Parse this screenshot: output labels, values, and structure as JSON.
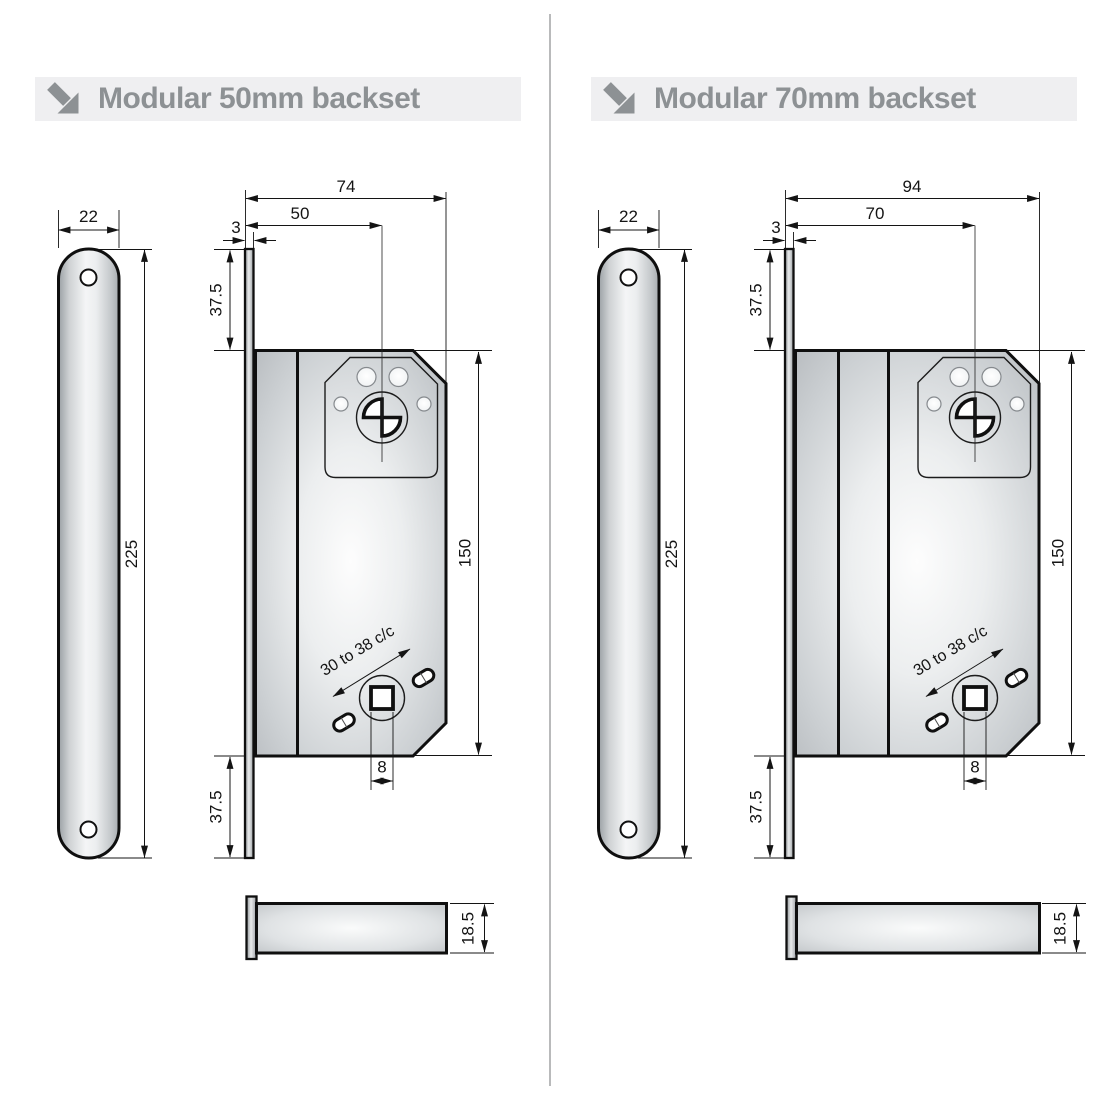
{
  "page": {
    "background": "#ffffff",
    "divider_color": "#b9babb",
    "title_bar_bg": "#efeff1",
    "title_text_color": "#8d9194",
    "line_color": "#141414",
    "metal_light": "#f7f8f8",
    "metal_dark": "#aeb2b6"
  },
  "diagrams": [
    {
      "title": "Modular 50mm backset",
      "icon": "arrow-down-right",
      "dims": {
        "faceplate_width": "22",
        "faceplate_length": "225",
        "faceplate_thickness": "3",
        "top_offset": "37.5",
        "bottom_offset": "37.5",
        "overall_depth": "74",
        "backset": "50",
        "case_height": "150",
        "spindle_square": "8",
        "handle_centres": "30 to 38 c/c",
        "case_thickness": "18.5"
      }
    },
    {
      "title": "Modular 70mm backset",
      "icon": "arrow-down-right",
      "dims": {
        "faceplate_width": "22",
        "faceplate_length": "225",
        "faceplate_thickness": "3",
        "top_offset": "37.5",
        "bottom_offset": "37.5",
        "overall_depth": "94",
        "backset": "70",
        "case_height": "150",
        "spindle_square": "8",
        "handle_centres": "30 to 38 c/c",
        "case_thickness": "18.5"
      }
    }
  ]
}
